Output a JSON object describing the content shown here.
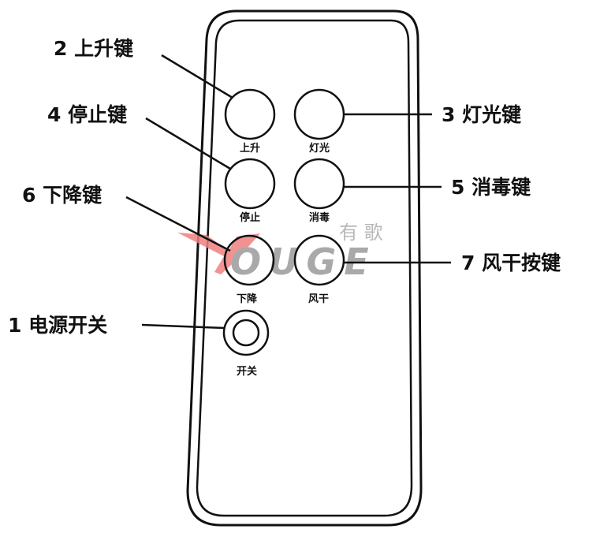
{
  "remote": {
    "buttons": [
      {
        "label": "上升"
      },
      {
        "label": "灯光"
      },
      {
        "label": "停止"
      },
      {
        "label": "消毒"
      },
      {
        "label": "下降"
      },
      {
        "label": "风干"
      },
      {
        "label": "开关"
      }
    ]
  },
  "callouts": {
    "up": "2 上升键",
    "stop": "4 停止键",
    "down": "6 下降键",
    "power": "1 电源开关",
    "light": "3 灯光键",
    "disinfect": "5 消毒键",
    "dry": "7 风干按键"
  },
  "watermark": {
    "cn": "有 歌",
    "en": "OUGE",
    "logo_color": "#f08080"
  }
}
